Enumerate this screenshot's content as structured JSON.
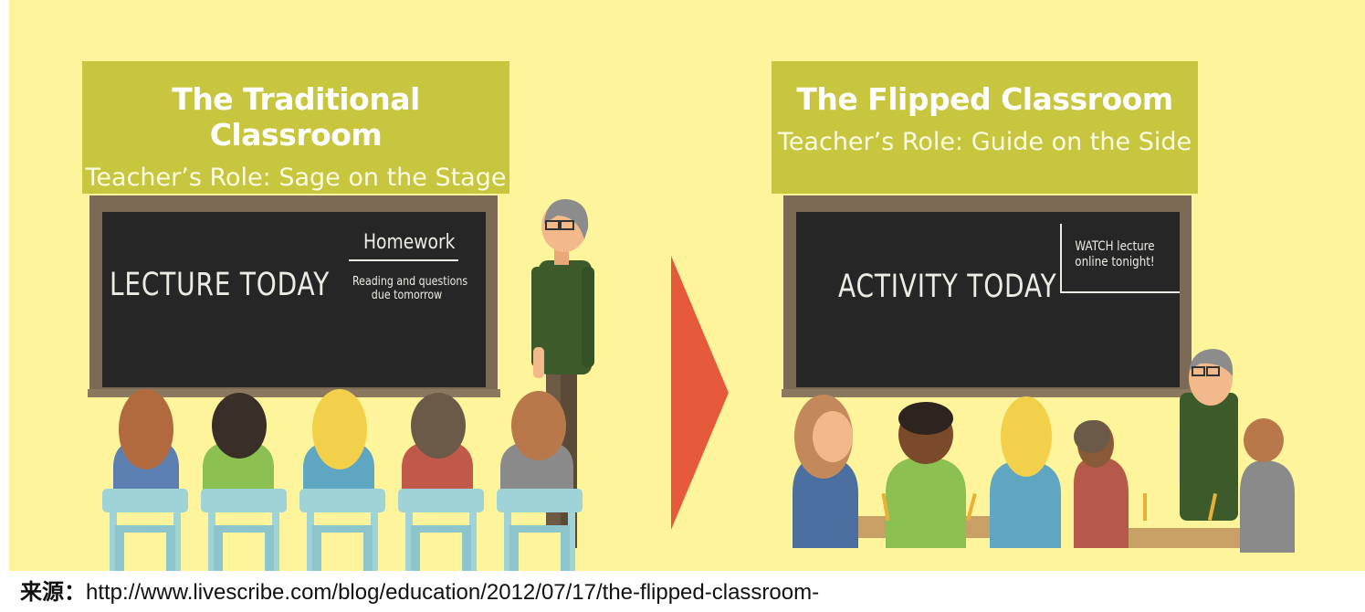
{
  "left_panel": {
    "title": "The Traditional Classroom",
    "subtitle": "Teacher’s Role: Sage on the Stage",
    "board_main": "LECTURE TODAY",
    "board_note_title": "Homework",
    "board_note_line1": "Reading and questions",
    "board_note_line2": "due tomorrow"
  },
  "right_panel": {
    "title": "The Flipped Classroom",
    "subtitle": "Teacher’s Role: Guide on the Side",
    "board_main": "ACTIVITY TODAY",
    "board_note_line1": "WATCH lecture",
    "board_note_line2": "online tonight!"
  },
  "source": {
    "label": "来源：",
    "url": "http://www.livescribe.com/blog/education/2012/07/17/the-flipped-classroom-"
  },
  "colors": {
    "background": "#fdf49b",
    "title_box": "#c8c63f",
    "chalkboard": "#262626",
    "board_frame": "#7d6a55",
    "arrow": "#e65a3c",
    "chair": "#9fd3d8"
  }
}
